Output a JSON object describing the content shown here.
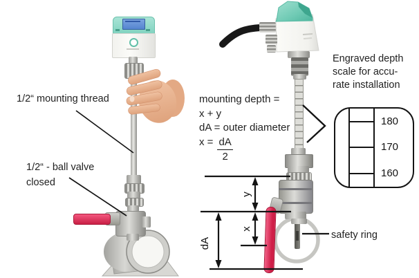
{
  "figure": {
    "left": {
      "mounting_thread_label": "1/2“ mounting thread",
      "ball_valve_label_line1": "1/2“ - ball valve",
      "ball_valve_label_line2": "closed"
    },
    "center": {
      "mounting_depth_line1": "mounting depth =",
      "mounting_depth_line2": "x + y",
      "outer_diameter_line": "dA = outer diameter",
      "formula_prefix": "x =",
      "formula_numerator": "dA",
      "formula_denominator": "2"
    },
    "right_note": {
      "line1": "Engraved depth",
      "line2": "scale for accu-",
      "line3": "rate installation"
    },
    "depth_scale": {
      "values": [
        "180",
        "170",
        "160"
      ]
    },
    "dimensions": {
      "y": "y",
      "x": "x",
      "da": "dA"
    },
    "safety_ring_label": "safety ring",
    "colors": {
      "device_teal": "#7fd2bf",
      "display_blue": "#6292d8",
      "handle_red": "#e0315a",
      "annotation_black": "#141414"
    }
  }
}
